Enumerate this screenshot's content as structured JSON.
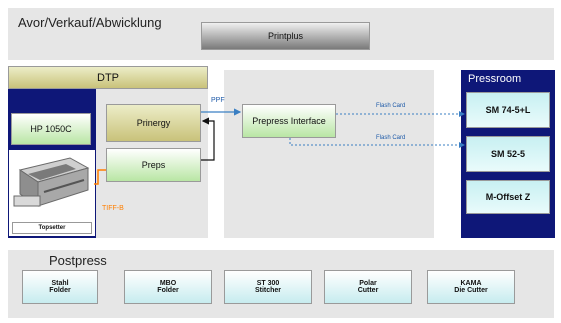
{
  "top": {
    "title": "Avor/Verkauf/Abwicklung",
    "printplus": "Printplus"
  },
  "dtp": {
    "title": "DTP",
    "hp": "HP 1050C",
    "prinergy": "Prinergy",
    "preps": "Preps",
    "topsetter": "Topsetter",
    "tiffb": "TIFF-B"
  },
  "center": {
    "ppf": "PPF",
    "prepress": "Prepress Interface",
    "flash1": "Flash Card",
    "flash2": "Flash Card"
  },
  "pressroom": {
    "title": "Pressroom",
    "items": [
      "SM 74-5+L",
      "SM 52-5",
      "M-Offset Z"
    ]
  },
  "postpress": {
    "title": "Postpress",
    "items": [
      {
        "line1": "Stahl",
        "line2": "Folder"
      },
      {
        "line1": "MBO",
        "line2": "Folder"
      },
      {
        "line1": "ST 300",
        "line2": "Stitcher"
      },
      {
        "line1": "Polar",
        "line2": "Cutter"
      },
      {
        "line1": "KAMA",
        "line2": "Die Cutter"
      }
    ]
  },
  "colors": {
    "navy": "#0e1778",
    "green": "#b9e6a4",
    "olive": "#c9c27a",
    "arrow": "#3a7fc3",
    "orange": "#ff7f00"
  }
}
